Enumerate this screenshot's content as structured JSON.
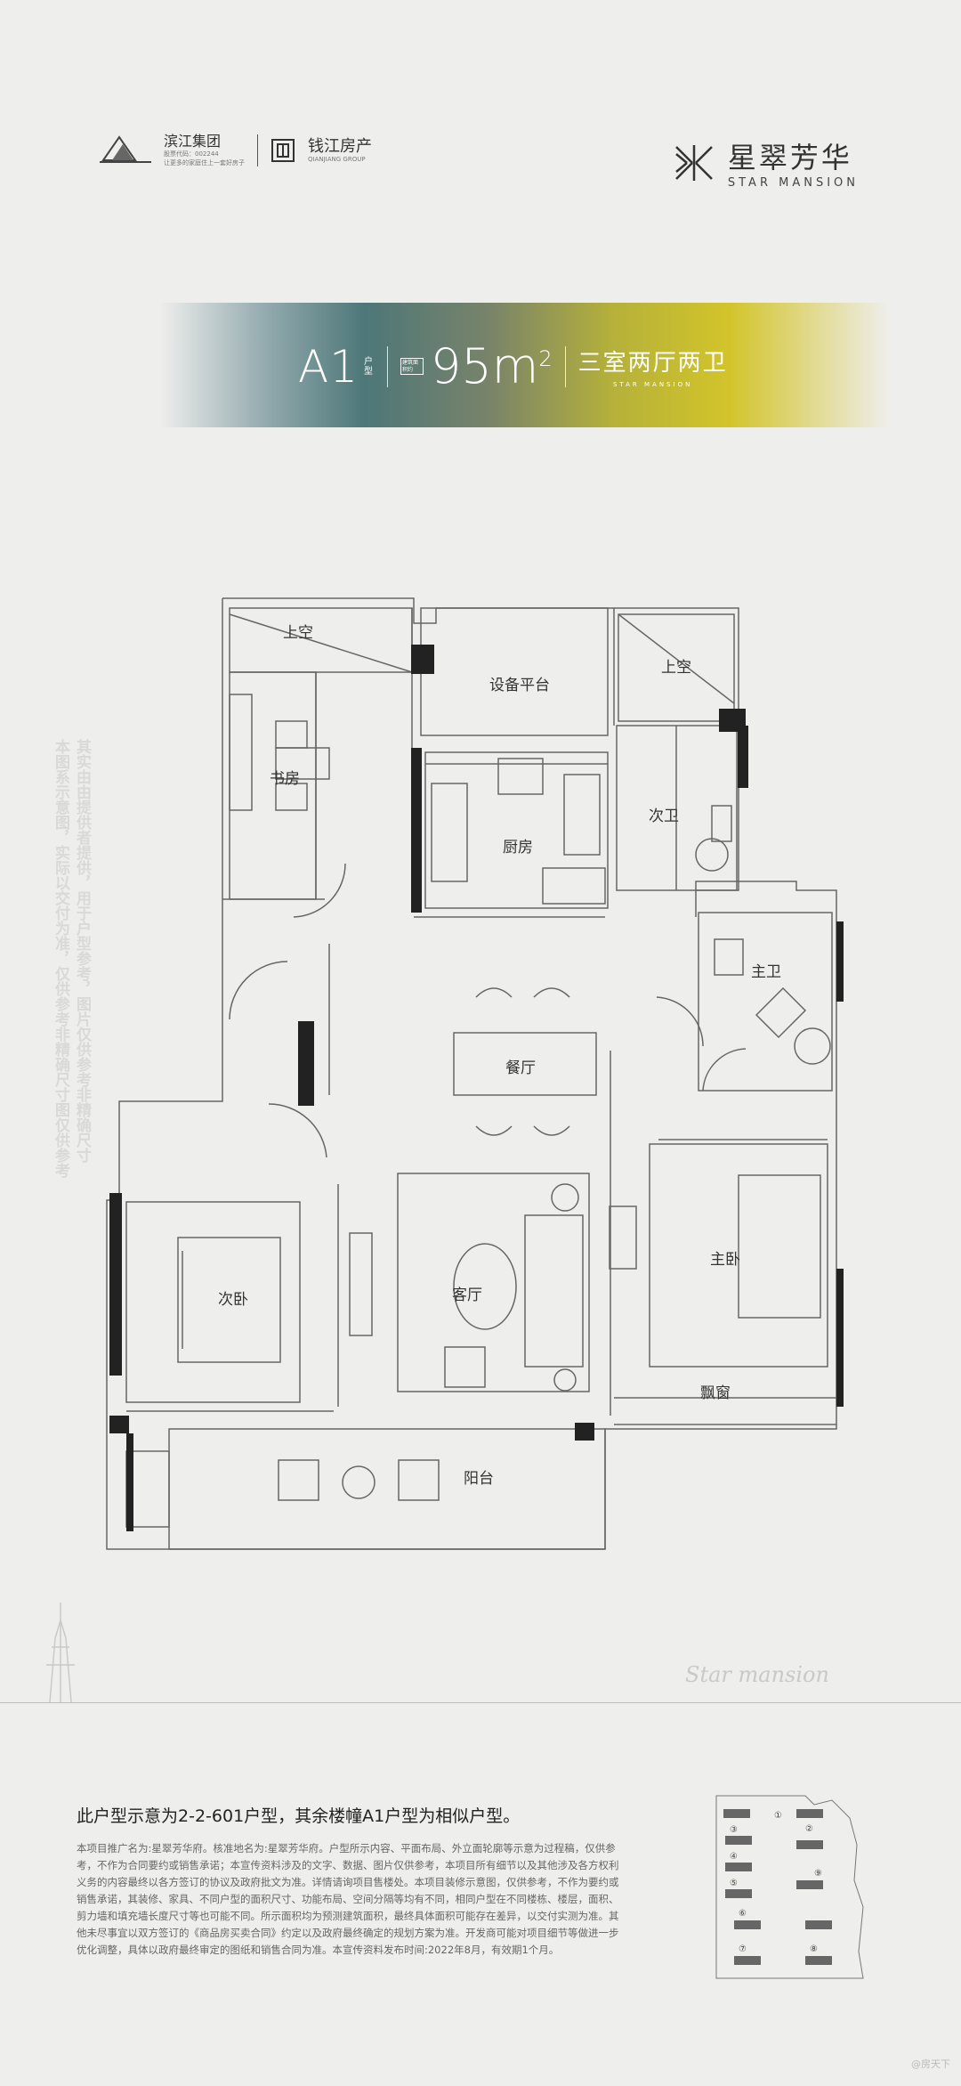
{
  "header": {
    "logo_binjiang": "滨江集团",
    "logo_binjiang_sub1": "股票代码：002244",
    "logo_binjiang_sub2": "让更多的家庭住上一套好房子",
    "logo_qianjiang_cn": "钱江房产",
    "logo_qianjiang_en": "QIANJIANG GROUP",
    "brand_cn": "星翠芳华",
    "brand_en": "STAR MANSION"
  },
  "unit": {
    "name": "A1",
    "name_suffix": "户型",
    "area_tag": "建筑面积约",
    "area": "95m",
    "area_sup": "2",
    "rooms": "三室两厅两卫",
    "rooms_en": "STAR MANSION"
  },
  "rooms": {
    "shangkong_left": "上空",
    "equipment": "设备平台",
    "shangkong_right": "上空",
    "study": "书房",
    "kitchen": "厨房",
    "second_bath": "次卫",
    "master_bath": "主卫",
    "dining": "餐厅",
    "living": "客厅",
    "second_bed": "次卧",
    "master_bed": "主卧",
    "bay_window": "飘窗",
    "balcony": "阳台"
  },
  "watermark": {
    "col1": "其实由由提供者提供，用于户型参考，图片仅供参考非精确尺寸",
    "col2": "本图系示意图，实际以交付为准，仅供参考非精确尺寸图仅供参考"
  },
  "decor_logo": "Star mansion",
  "notes": {
    "main": "此户型示意为2-2-601户型，其余楼幢A1户型为相似户型。",
    "body": "本项目推广名为:星翠芳华府。核准地名为:星翠芳华府。户型所示内容、平面布局、外立面轮廓等示意为过程稿，仅供参考，不作为合同要约或销售承诺；本宣传资料涉及的文字、数据、图片仅供参考，本项目所有细节以及其他涉及各方权利义务的内容最终以各方签订的协议及政府批文为准。详情请询项目售楼处。本项目装修示意图，仅供参考，不作为要约或销售承诺，其装修、家具、不同户型的面积尺寸、功能布局、空间分隔等均有不同，相同户型在不同楼栋、楼层，面积、剪力墙和填充墙长度尺寸等也可能不同。所示面积均为预测建筑面积，最终具体面积可能存在差异，以交付实测为准。其他未尽事宜以双方签订的《商品房买卖合同》约定以及政府最终确定的规划方案为准。开发商可能对项目细节等做进一步优化调整，具体以政府最终审定的图纸和销售合同为准。本宣传资料发布时间:2022年8月，有效期1个月。"
  },
  "keymap_labels": [
    "①",
    "②",
    "③",
    "④",
    "⑤",
    "⑥",
    "⑦",
    "⑧",
    "⑨"
  ],
  "corner_watermark": "@房天下"
}
